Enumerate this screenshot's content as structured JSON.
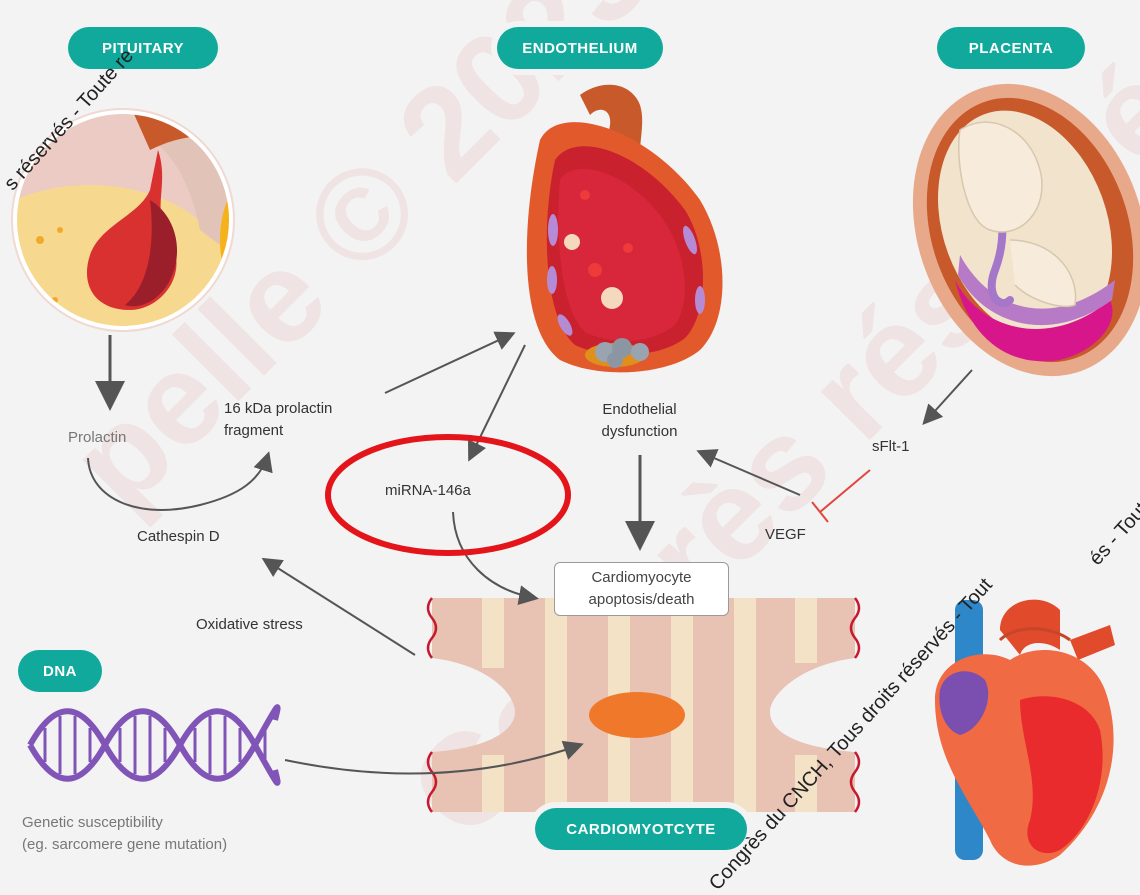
{
  "headers": {
    "pituitary": "PITUITARY",
    "endothelium": "ENDOTHELIUM",
    "placenta": "PLACENTA",
    "dna": "DNA",
    "cardiomyocyte": "CARDIOMYOTCYTE"
  },
  "labels": {
    "prolactin": "Prolactin",
    "fragment_line1": "16 kDa prolactin",
    "fragment_line2": "fragment",
    "cathepsin": "Cathespin D",
    "oxidative": "Oxidative stress",
    "mirna": "miRNA-146a",
    "endo_line1": "Endothelial",
    "endo_line2": "dysfunction",
    "sflt": "sFlt-1",
    "vegf": "VEGF",
    "apoptosis_line1": "Cardiomyocyte",
    "apoptosis_line2": "apoptosis/death",
    "genetic_line1": "Genetic susceptibility",
    "genetic_line2": "(eg. sarcomere gene mutation)"
  },
  "watermarks": {
    "top_left": "s réservés - Toute re",
    "right_side": "és - Tout",
    "diagonal": "Congrès du CNCH, Tous droits réservés - Tout"
  },
  "colors": {
    "teal": "#12a99d",
    "highlight_circle": "#e3151b",
    "inhibit_line": "#e0473f"
  }
}
